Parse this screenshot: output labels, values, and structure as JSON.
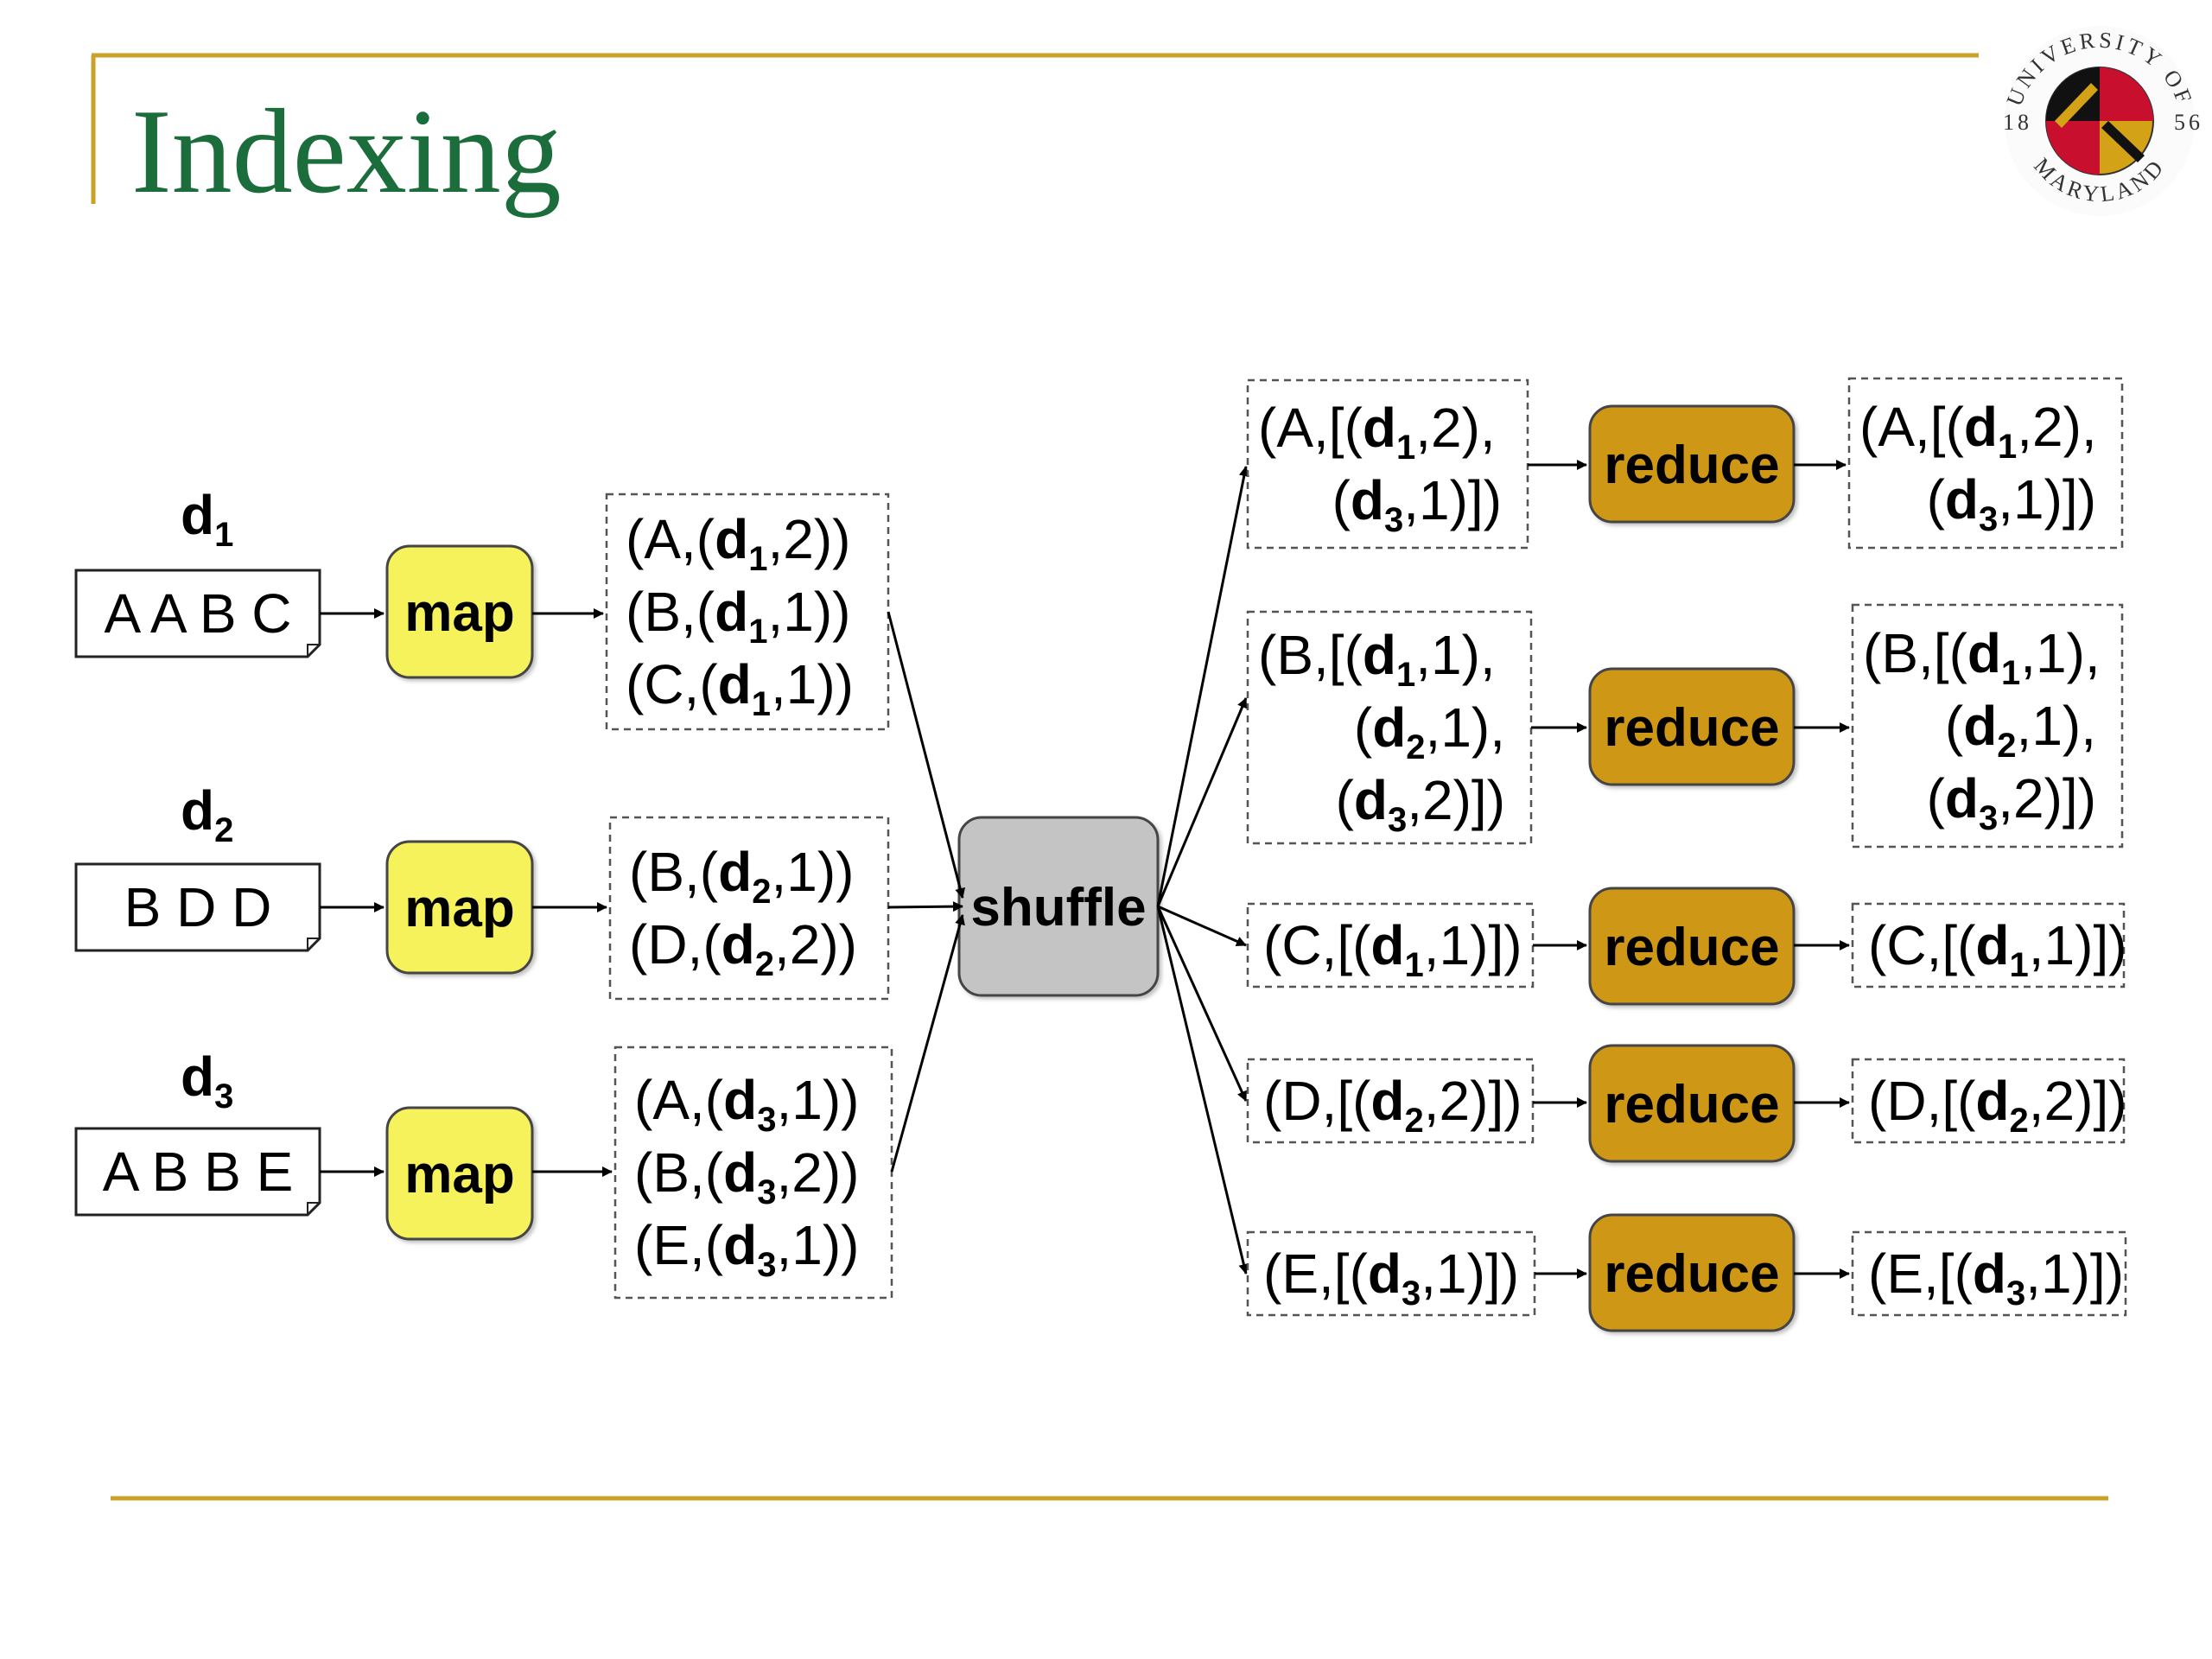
{
  "slide": {
    "title": "Indexing",
    "accent_color": "#c9a227",
    "title_color": "#1b6e3c"
  },
  "logo": {
    "top_text": "UNIVERSITY OF",
    "bottom_text": "MARYLAND",
    "year_left": "18",
    "year_right": "56"
  },
  "documents": [
    {
      "label": "d",
      "index": "1",
      "content": "A A B C"
    },
    {
      "label": "d",
      "index": "2",
      "content": "B D D"
    },
    {
      "label": "d",
      "index": "3",
      "content": "A B B E"
    }
  ],
  "map_label": "map",
  "shuffle_label": "shuffle",
  "reduce_label": "reduce",
  "map_outputs": [
    [
      {
        "key": "A",
        "doc": "d",
        "idx": "1",
        "count": "2"
      },
      {
        "key": "B",
        "doc": "d",
        "idx": "1",
        "count": "1"
      },
      {
        "key": "C",
        "doc": "d",
        "idx": "1",
        "count": "1"
      }
    ],
    [
      {
        "key": "B",
        "doc": "d",
        "idx": "2",
        "count": "1"
      },
      {
        "key": "D",
        "doc": "d",
        "idx": "2",
        "count": "2"
      }
    ],
    [
      {
        "key": "A",
        "doc": "d",
        "idx": "3",
        "count": "1"
      },
      {
        "key": "B",
        "doc": "d",
        "idx": "3",
        "count": "2"
      },
      {
        "key": "E",
        "doc": "d",
        "idx": "3",
        "count": "1"
      }
    ]
  ],
  "reduce_groups": [
    {
      "key": "A",
      "postings": [
        {
          "doc": "d",
          "idx": "1",
          "count": "2"
        },
        {
          "doc": "d",
          "idx": "3",
          "count": "1"
        }
      ]
    },
    {
      "key": "B",
      "postings": [
        {
          "doc": "d",
          "idx": "1",
          "count": "1"
        },
        {
          "doc": "d",
          "idx": "2",
          "count": "1"
        },
        {
          "doc": "d",
          "idx": "3",
          "count": "2"
        }
      ]
    },
    {
      "key": "C",
      "postings": [
        {
          "doc": "d",
          "idx": "1",
          "count": "1"
        }
      ]
    },
    {
      "key": "D",
      "postings": [
        {
          "doc": "d",
          "idx": "2",
          "count": "2"
        }
      ]
    },
    {
      "key": "E",
      "postings": [
        {
          "doc": "d",
          "idx": "3",
          "count": "1"
        }
      ]
    }
  ]
}
